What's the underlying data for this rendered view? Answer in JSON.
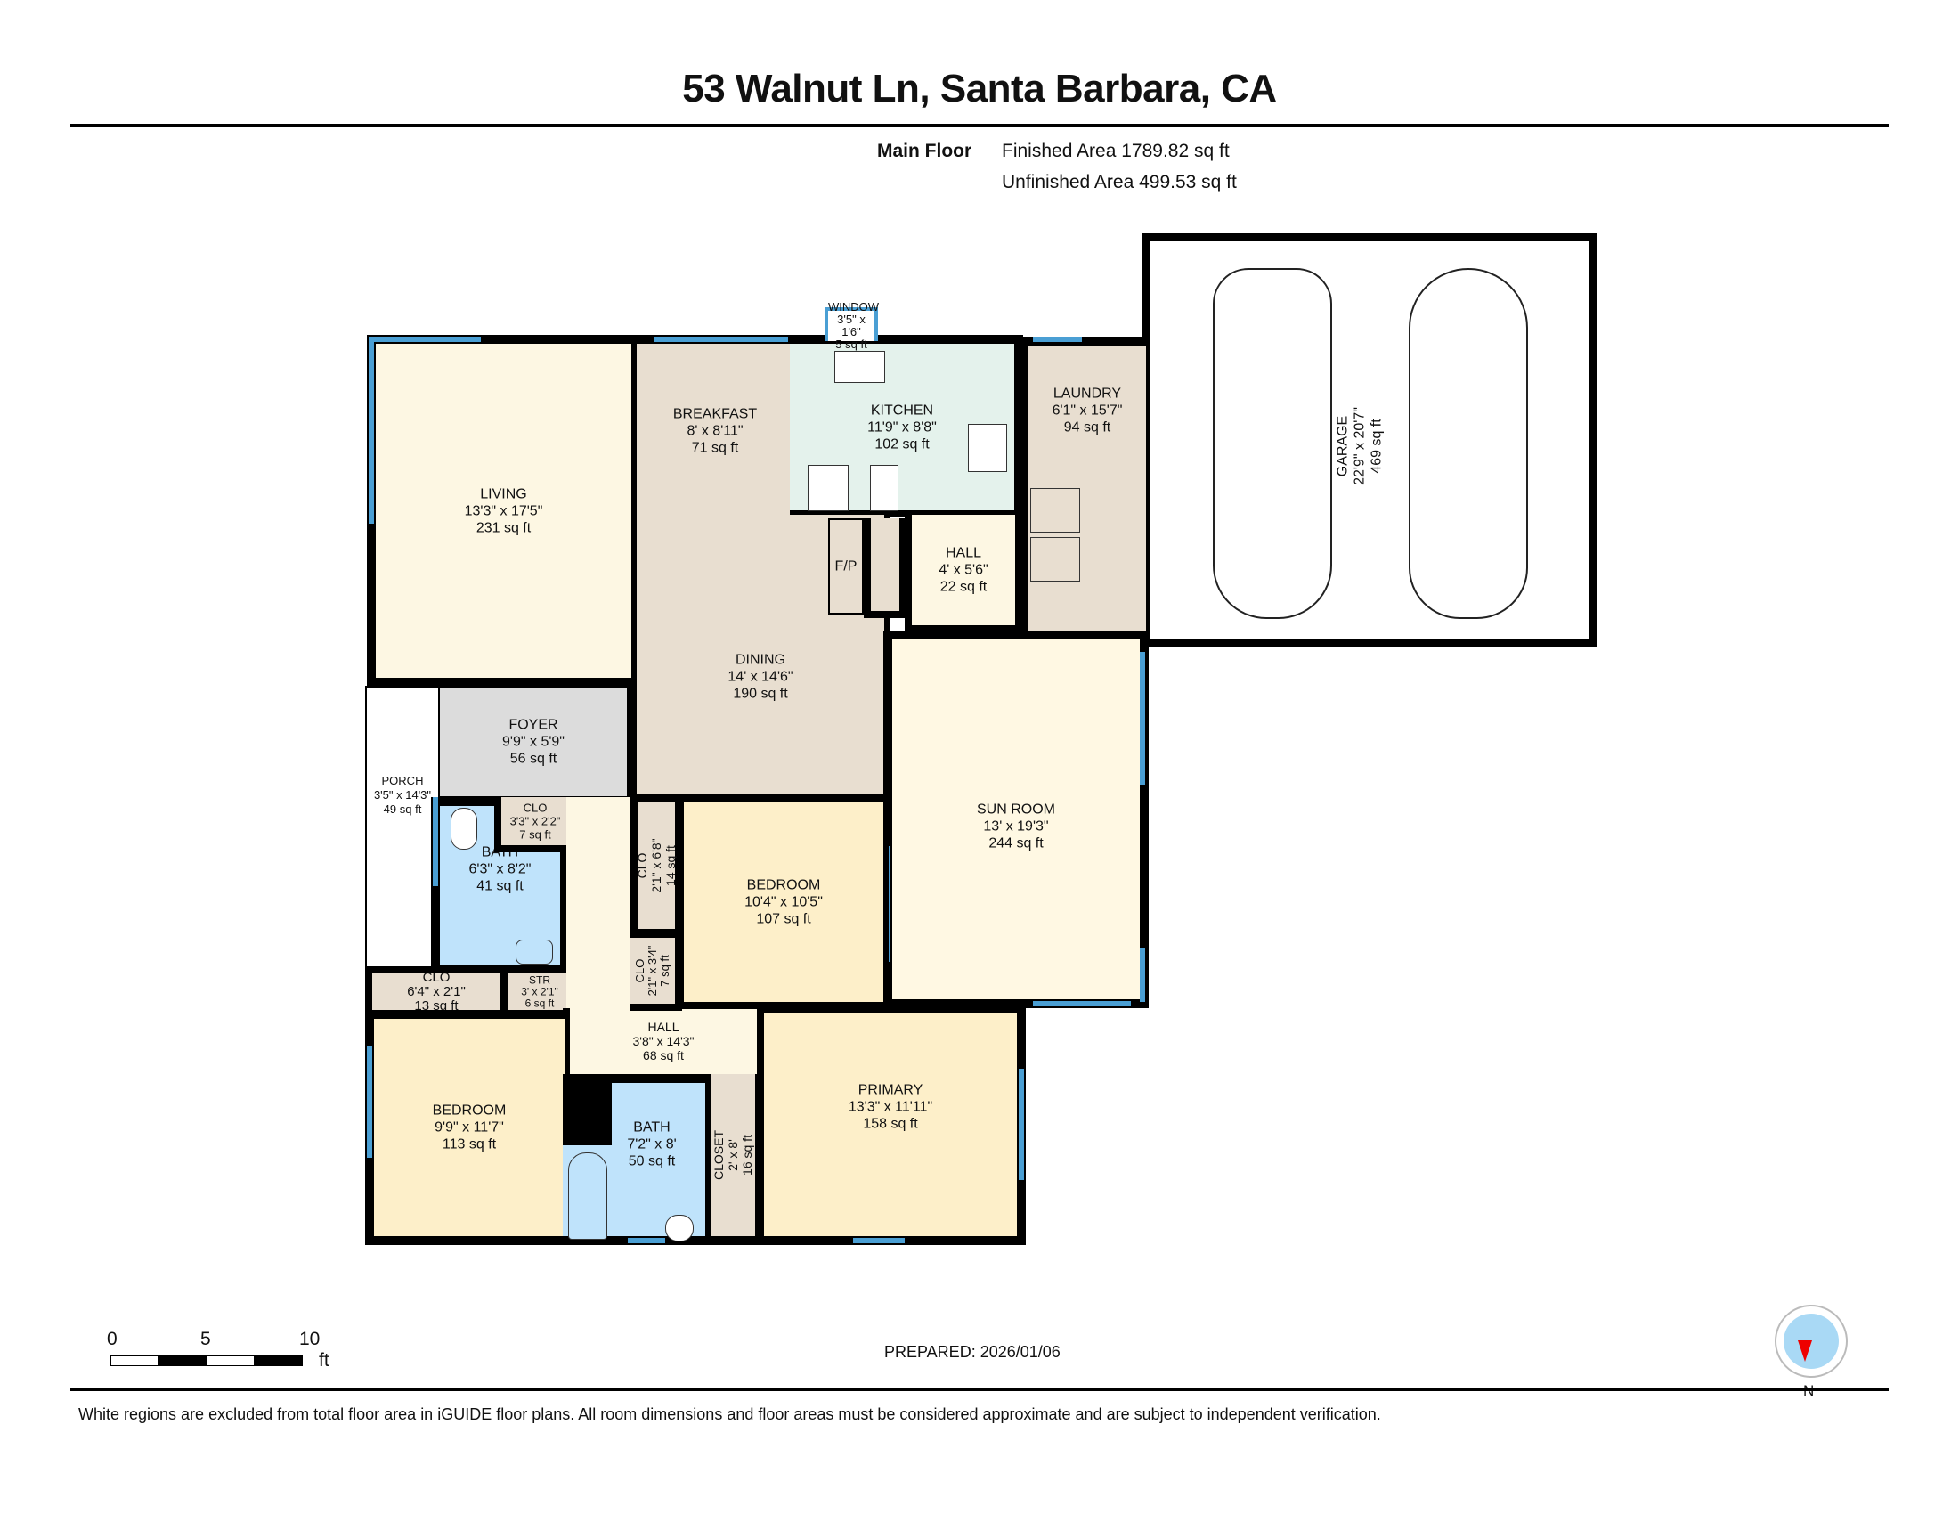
{
  "header": {
    "title": "53 Walnut Ln, Santa Barbara, CA",
    "floor_name": "Main Floor",
    "finished_area": "Finished Area 1789.82 sq ft",
    "unfinished_area": "Unfinished Area 499.53 sq ft"
  },
  "rooms": {
    "living": {
      "name": "LIVING",
      "dims": "13'3\" x 17'5\"",
      "area": "231 sq ft"
    },
    "breakfast": {
      "name": "BREAKFAST",
      "dims": "8' x 8'11\"",
      "area": "71 sq ft"
    },
    "kitchen": {
      "name": "KITCHEN",
      "dims": "11'9\" x 8'8\"",
      "area": "102 sq ft"
    },
    "window": {
      "name": "WINDOW",
      "dims": "3'5\" x 1'6\"",
      "area": "5 sq ft"
    },
    "laundry": {
      "name": "LAUNDRY",
      "dims": "6'1\" x 15'7\"",
      "area": "94 sq ft"
    },
    "garage": {
      "name": "GARAGE",
      "dims": "22'9\" x 20'7\"",
      "area": "469 sq ft"
    },
    "dining": {
      "name": "DINING",
      "dims": "14' x 14'6\"",
      "area": "190 sq ft"
    },
    "fireplace": {
      "name": "F/P"
    },
    "hall_upper": {
      "name": "HALL",
      "dims": "4' x 5'6\"",
      "area": "22 sq ft"
    },
    "sun_room": {
      "name": "SUN ROOM",
      "dims": "13' x 19'3\"",
      "area": "244 sq ft"
    },
    "foyer": {
      "name": "FOYER",
      "dims": "9'9\" x 5'9\"",
      "area": "56 sq ft"
    },
    "porch": {
      "name": "PORCH",
      "dims": "3'5\" x 14'3\"",
      "area": "49 sq ft"
    },
    "bath_1": {
      "name": "BATH",
      "dims": "6'3\" x 8'2\"",
      "area": "41 sq ft"
    },
    "clo_foyer": {
      "name": "CLO",
      "dims": "3'3\" x 2'2\"",
      "area": "7 sq ft"
    },
    "clo_hall": {
      "name": "CLO",
      "dims": "6'4\" x 2'1\"",
      "area": "13 sq ft"
    },
    "str": {
      "name": "STR",
      "dims": "3' x 2'1\"",
      "area": "6 sq ft"
    },
    "clo_tall": {
      "name": "CLO",
      "dims": "2'1\" x 6'8\"",
      "area": "14 sq ft"
    },
    "clo_small": {
      "name": "CLO",
      "dims": "2'1\" x 3'4\"",
      "area": "7 sq ft"
    },
    "hall_lower": {
      "name": "HALL",
      "dims": "3'8\" x 14'3\"",
      "area": "68 sq ft"
    },
    "bedroom_2": {
      "name": "BEDROOM",
      "dims": "10'4\" x 10'5\"",
      "area": "107 sq ft"
    },
    "bedroom_1": {
      "name": "BEDROOM",
      "dims": "9'9\" x 11'7\"",
      "area": "113 sq ft"
    },
    "bath_2": {
      "name": "BATH",
      "dims": "7'2\" x 8'",
      "area": "50 sq ft"
    },
    "closet": {
      "name": "CLOSET",
      "dims": "2' x 8'",
      "area": "16 sq ft"
    },
    "primary": {
      "name": "PRIMARY",
      "dims": "13'3\" x 11'11\"",
      "area": "158 sq ft"
    }
  },
  "scale": {
    "ticks": [
      "0",
      "5",
      "10"
    ],
    "unit": "ft"
  },
  "prepared": "PREPARED: 2026/01/06",
  "compass": {
    "label": "N",
    "needle_color": "#e00000",
    "face_color": "#a9d9f5"
  },
  "footer": {
    "disclaimer": "White regions are excluded from total floor area in iGUIDE floor plans. All room dimensions and floor areas must be considered approximate and are subject to independent verification."
  },
  "colors": {
    "wall": "#000000",
    "window": "#4a9fd4",
    "living": "#fdf7e3",
    "service": "#e8ded0",
    "kitchen": "#e4f2ec",
    "foyer": "#dcdcdc",
    "bath": "#bfe3fb",
    "bedroom": "#fdefc9"
  }
}
